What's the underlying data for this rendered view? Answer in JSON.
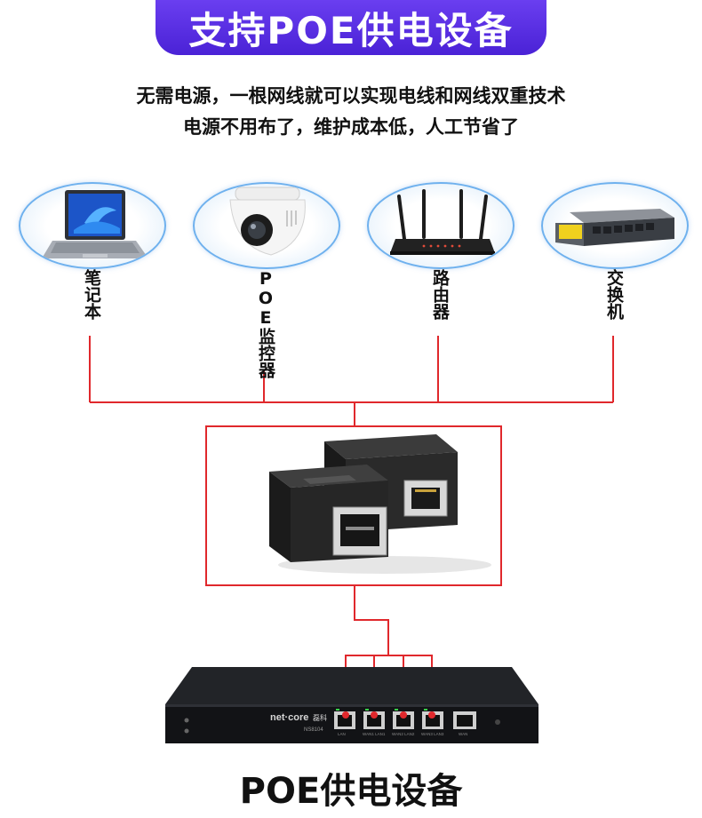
{
  "header": {
    "title": "支持POE供电设备"
  },
  "subtitle": {
    "line1": "无需电源，一根网线就可以实现电线和网线双重技术",
    "line2": "电源不用布了，维护成本低，人工节省了"
  },
  "devices": [
    {
      "label": "笔记本",
      "icon": "laptop-icon"
    },
    {
      "label": "POE监控器",
      "icon": "security-camera-icon"
    },
    {
      "label": "路由器",
      "icon": "router-icon"
    },
    {
      "label": "交换机",
      "icon": "switch-icon"
    }
  ],
  "poe_device": {
    "brand": "net·core",
    "brand_cn": "磊科",
    "model": "NS8104",
    "port_labels": [
      "LAN",
      "WAN1 LAN1",
      "WAN2 LAN2",
      "WAN3 LAN3",
      "WAN"
    ]
  },
  "footer": {
    "title": "POE供电设备"
  },
  "colors": {
    "banner": "#5a2ee6",
    "line": "#e0282c",
    "halo": "#6fb1ee"
  }
}
